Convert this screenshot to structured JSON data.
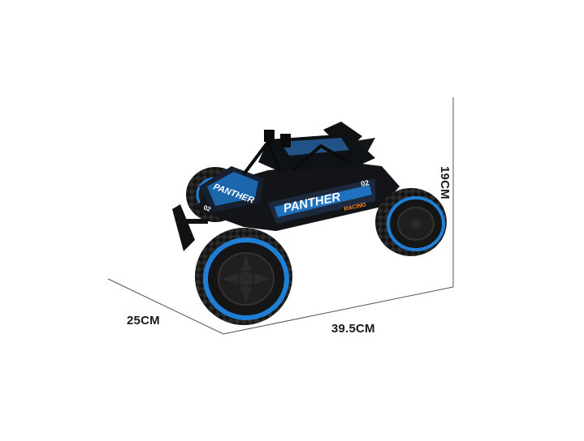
{
  "dimensions": {
    "depth": "25CM",
    "width": "39.5CM",
    "height": "19CM"
  },
  "product": {
    "brand_text": "PANTHER",
    "number_text": "02",
    "decal_text": "RACING"
  },
  "colors": {
    "background": "#ffffff",
    "body": "#121418",
    "accent_blue": "#1f7fd6",
    "dimension_line": "#444444"
  }
}
